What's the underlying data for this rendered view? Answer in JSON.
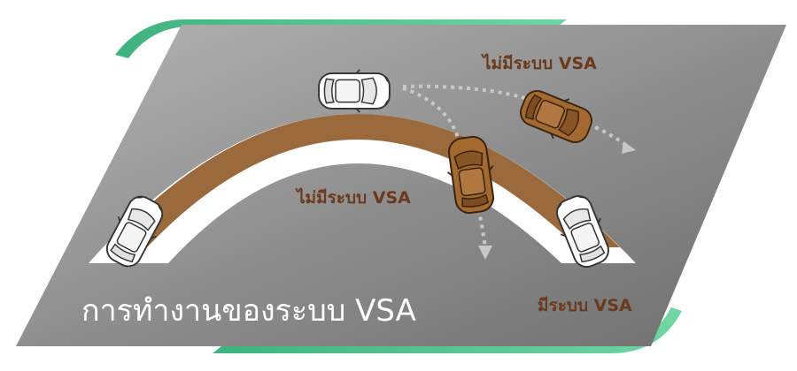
{
  "title": "การทำงานของระบบ VSA",
  "labels": {
    "without_vsa_top": "ไม่มีระบบ VSA",
    "without_vsa_middle": "ไม่มีระบบ VSA",
    "with_vsa": "มีระบบ VSA"
  },
  "colors": {
    "background_gray": "#8e8e8e",
    "green_frame": "#4cc08a",
    "road_brown": "#9a6a3c",
    "road_white": "#ffffff",
    "car_brown": "#a06a35",
    "car_white": "#ffffff",
    "label_brown": "#6b3a1c"
  },
  "icons": [
    "car-white-top-icon",
    "car-white-left-icon",
    "car-white-right-icon",
    "car-brown-skid-icon",
    "car-brown-spin-icon",
    "path-arrow-icon"
  ]
}
